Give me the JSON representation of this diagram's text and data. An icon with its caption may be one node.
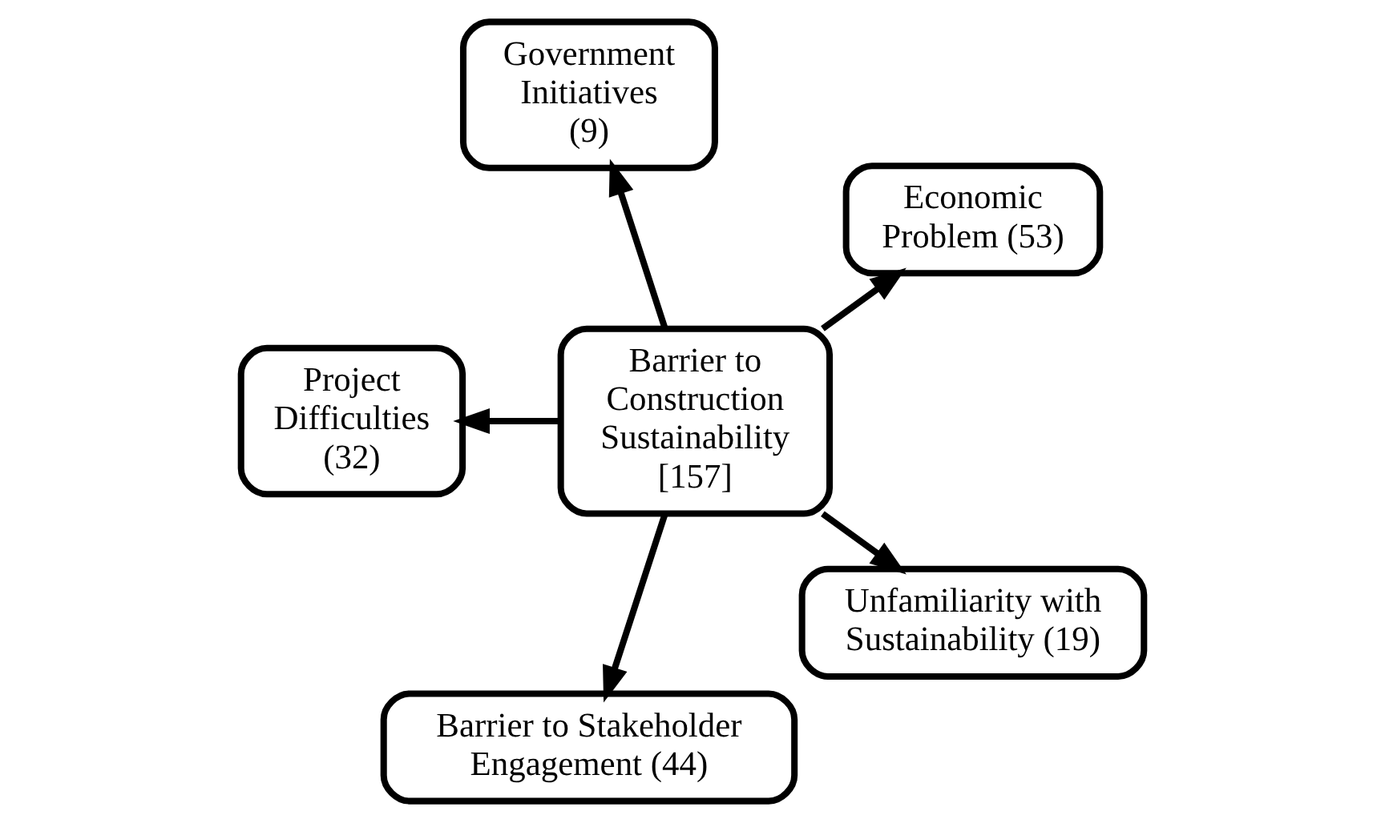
{
  "diagram": {
    "nodes": [
      {
        "text": [
          "Economic Problem (53)"
        ]
      },
      {
        "text": [
          "Government Initiatives (9)"
        ]
      },
      {
        "text": [
          "Project Difficulties (32)"
        ]
      },
      {
        "text": [
          "Barrier to Construction Sustainability [157]"
        ]
      },
      {
        "text": [
          "Barrier to Stakeholder Engagement (44)"
        ]
      },
      {
        "text": [
          "Unfamiliarity with Sustainability (19)"
        ]
      }
    ],
    "edges": [
      {
        "from": 3,
        "to": 0,
        "arrow": "to"
      },
      {
        "from": 3,
        "to": 1,
        "arrow": "to"
      },
      {
        "from": 3,
        "to": 2,
        "arrow": "to"
      },
      {
        "from": 3,
        "to": 4,
        "arrow": "to"
      },
      {
        "from": 3,
        "to": 5,
        "arrow": "to"
      }
    ]
  }
}
